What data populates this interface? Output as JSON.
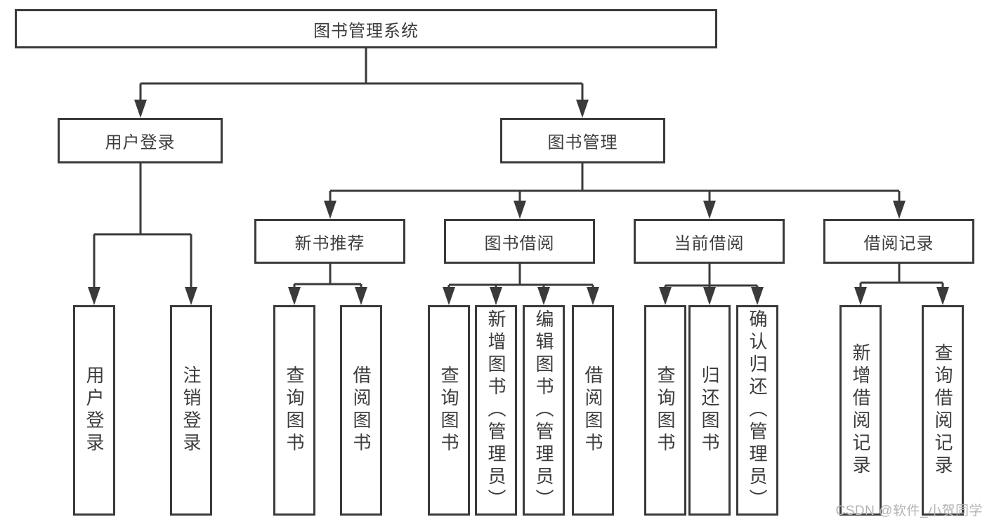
{
  "diagram": {
    "tree": {
      "root": "图书管理系统",
      "children": [
        {
          "label": "用户登录",
          "children": [
            "用户登录",
            "注销登录"
          ]
        },
        {
          "label": "图书管理",
          "children": [
            {
              "label": "新书推荐",
              "children": [
                "查询图书",
                "借阅图书"
              ]
            },
            {
              "label": "图书借阅",
              "children": [
                "查询图书",
                "新增图书（管理员）",
                "编辑图书（管理员）",
                "借阅图书"
              ]
            },
            {
              "label": "当前借阅",
              "children": [
                "查询图书",
                "归还图书",
                "确认归还（管理员）"
              ]
            },
            {
              "label": "借阅记录",
              "children": [
                "新增借阅记录",
                "查询借阅记录"
              ]
            }
          ]
        }
      ]
    },
    "colors": {
      "line": "#3a3a3a",
      "text": "#3c3c3c",
      "box_background": "#ffffff"
    }
  },
  "watermark": {
    "text": "CSDN @软件_小贺同学",
    "color": "#b3b3b3"
  }
}
